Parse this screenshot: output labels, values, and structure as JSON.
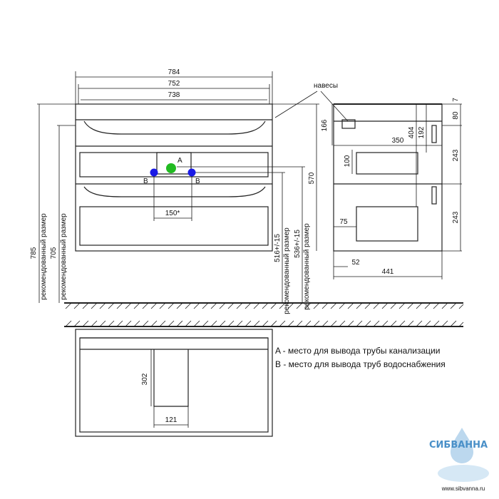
{
  "front": {
    "width_total": "784",
    "width_top": "752",
    "width_inner": "738",
    "height_total": "785",
    "height_rec": "705",
    "rec_label": "рекомендованный размер",
    "height_570": "570",
    "height_516": "516+/-15",
    "height_536": "536+/-15",
    "pipe_spacing": "150*",
    "pointA": "A",
    "pointB": "B"
  },
  "side": {
    "hinges_label": "навесы",
    "d7": "7",
    "d80": "80",
    "d166": "166",
    "d404": "404",
    "d192": "192",
    "d350": "350",
    "d243a": "243",
    "d243b": "243",
    "d100": "100",
    "d75": "75",
    "d52": "52",
    "d441": "441"
  },
  "plan": {
    "d302": "302",
    "d121": "121"
  },
  "legend": {
    "a": "A - место для вывода трубы канализации",
    "b": "B - место для вывода труб водоснабжения"
  },
  "watermark": {
    "brand": "СИБВАННА",
    "site": "www.sibvanna.ru"
  },
  "colors": {
    "pointA": "#22bb22",
    "pointB": "#1a1ae6",
    "brand": "#4a90c8"
  }
}
